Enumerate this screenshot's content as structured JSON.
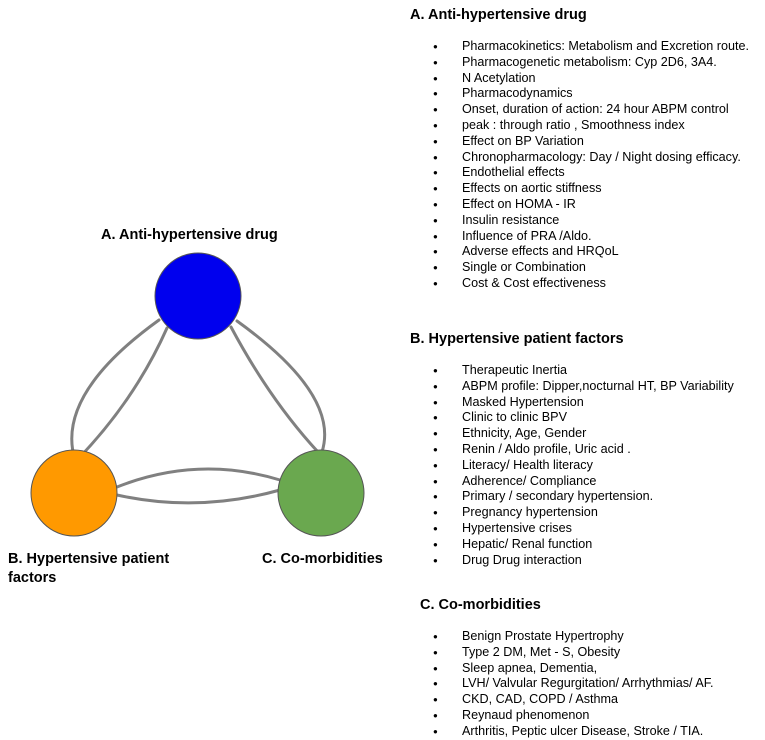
{
  "diagram": {
    "nodes": [
      {
        "id": "A",
        "label": "A. Anti-hypertensive drug",
        "color": "#0000ee"
      },
      {
        "id": "B",
        "label": "B. Hypertensive patient factors",
        "color": "#ff9900"
      },
      {
        "id": "C",
        "label": "C. Co-morbidities",
        "color": "#6aa84f"
      }
    ],
    "edge_color": "#808080"
  },
  "sections": [
    {
      "title": "A. Anti-hypertensive drug",
      "items": [
        "Pharmacokinetics: Metabolism and Excretion route.",
        "Pharmacogenetic metabolism: Cyp 2D6, 3A4.",
        "N Acetylation",
        "Pharmacodynamics",
        "Onset, duration of action: 24 hour ABPM control",
        "peak : through ratio , Smoothness index",
        "Effect on BP Variation",
        "Chronopharmacology: Day / Night dosing  efficacy.",
        "Endothelial effects",
        "Effects on aortic stiffness",
        "Effect on HOMA - IR",
        "Insulin resistance",
        "Influence of PRA /Aldo.",
        "Adverse effects and HRQoL",
        "Single or Combination",
        "Cost & Cost effectiveness"
      ]
    },
    {
      "title": "B. Hypertensive patient factors",
      "items": [
        "Therapeutic Inertia",
        "ABPM profile: Dipper,nocturnal HT, BP Variability",
        "Masked Hypertension",
        "Clinic to clinic BPV",
        "Ethnicity,  Age, Gender",
        "Renin / Aldo profile,  Uric acid .",
        "Literacy/ Health literacy",
        "Adherence/ Compliance",
        "Primary / secondary hypertension.",
        "Pregnancy hypertension",
        "Hypertensive crises",
        "Hepatic/ Renal function",
        "Drug Drug interaction"
      ]
    },
    {
      "title": "C. Co-morbidities",
      "items": [
        "Benign Prostate Hypertrophy",
        "Type 2 DM, Met - S, Obesity",
        "Sleep apnea, Dementia,",
        "LVH/ Valvular Regurgitation/ Arrhythmias/ AF.",
        "CKD, CAD, COPD / Asthma",
        "Reynaud phenomenon",
        "Arthritis,  Peptic ulcer Disease,  Stroke / TIA."
      ]
    }
  ]
}
